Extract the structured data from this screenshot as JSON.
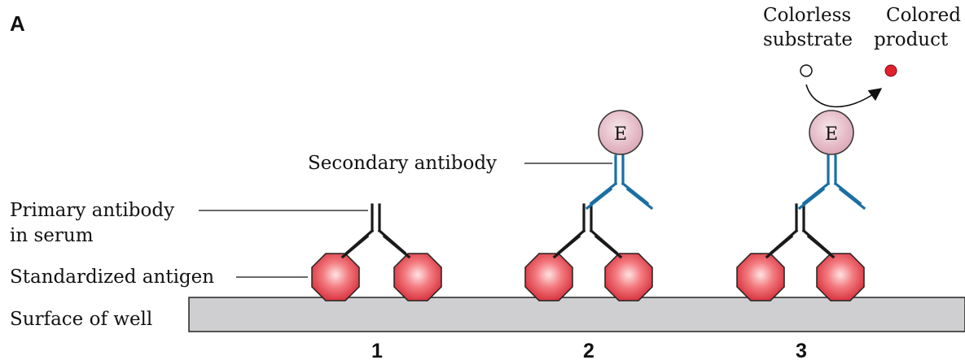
{
  "panel_label": "A",
  "labels": {
    "secondary_antibody": "Secondary antibody",
    "primary_antibody_line1": "Primary antibody",
    "primary_antibody_line2": "in serum",
    "standardized_antigen": "Standardized antigen",
    "surface_of_well": "Surface of well",
    "colorless_substrate_line1": "Colorless",
    "colorless_substrate_line2": "substrate",
    "colored_product_line1": "Colored",
    "colored_product_line2": "product"
  },
  "enzyme_label": "E",
  "steps": [
    "1",
    "2",
    "3"
  ],
  "colors": {
    "antigen": "#e8414b",
    "antigen_highlight": "#ffd6d6",
    "primary_antibody": "#1a1a1a",
    "secondary_antibody": "#1a6fa3",
    "enzyme": "#e6b9c4",
    "colored_product": "#e3202e",
    "well_surface": "#cfcfd1"
  }
}
